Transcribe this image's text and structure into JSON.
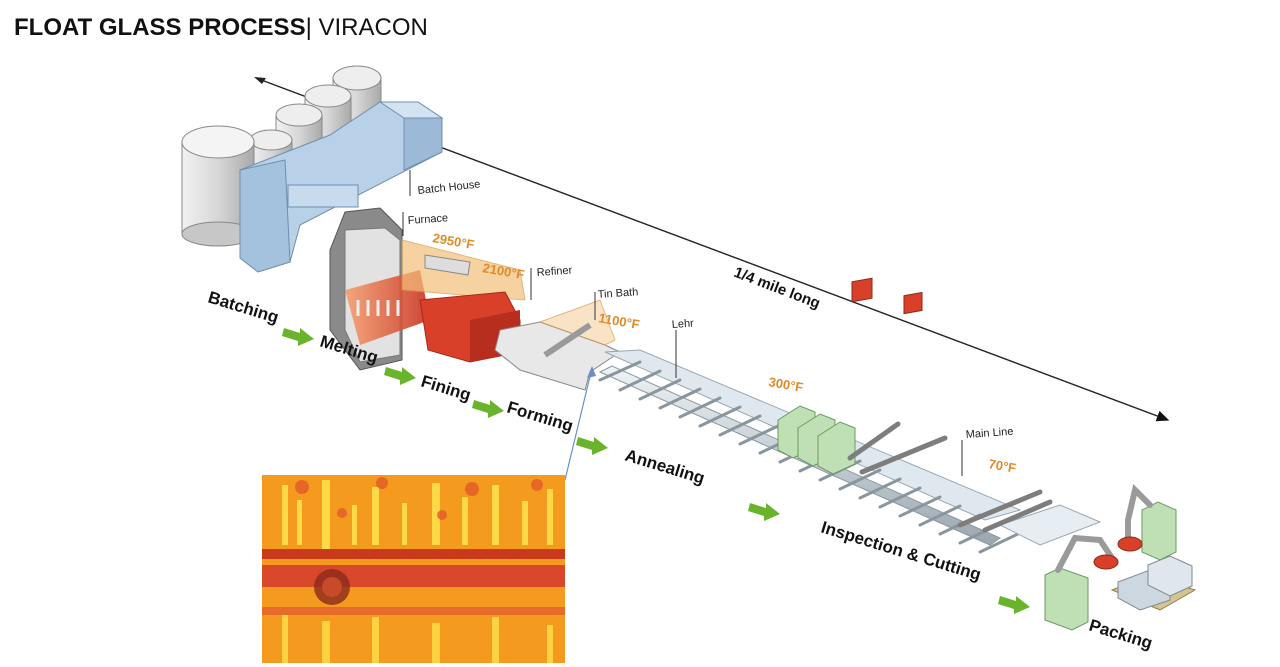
{
  "header": {
    "title_bold": "FLOAT GLASS PROCESS",
    "title_rest": "| VIRACON"
  },
  "labels": {
    "batch_house": "Batch House",
    "furnace": "Furnace",
    "refiner": "Refiner",
    "tin_bath": "Tin Bath",
    "lehr": "Lehr",
    "main_line": "Main Line",
    "length": "1/4 mile long"
  },
  "temperatures": {
    "t1": "2950°F",
    "t2": "2100°F",
    "t3": "1100°F",
    "t4": "300°F",
    "t5": "70°F"
  },
  "steps": {
    "batching": "Batching",
    "melting": "Melting",
    "fining": "Fining",
    "forming": "Forming",
    "annealing": "Annealing",
    "inspection": "Inspection & Cutting",
    "packing": "Packing"
  },
  "colors": {
    "temperature": "#e08a2a",
    "arrow": "#6ab42d",
    "batch_house": "#b8d0e8",
    "furnace_hot": "#d9402a"
  },
  "inset_photo": {
    "icon": "molten-glass-photo"
  }
}
